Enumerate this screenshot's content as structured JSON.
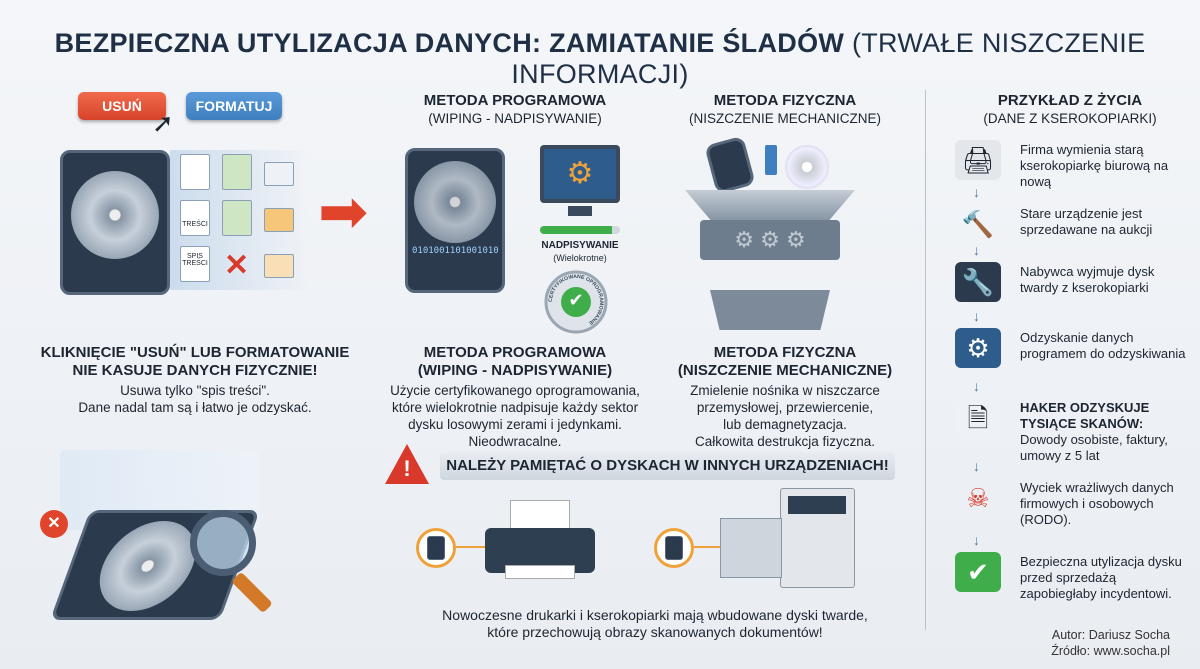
{
  "title": {
    "main": "BEZPIECZNA UTYLIZACJA DANYCH: ZAMIATANIE ŚLADÓW",
    "sub": "(TRWAŁE NISZCZENIE INFORMACJI)"
  },
  "left": {
    "delete_button": "USUŃ",
    "format_button": "FORMATUJ",
    "doc_labels": [
      "TREŚCI",
      "SPIS TREŚCI"
    ],
    "heading": [
      "KLIKNIĘCIE \"USUŃ\" LUB FORMATOWANIE",
      "NIE KASUJE DANYCH FIZYCZNIE!"
    ],
    "text": [
      "Usuwa tylko \"spis treści\".",
      "Dane nadal tam są i łatwo je odzyskać."
    ]
  },
  "software": {
    "top_title": "METODA PROGRAMOWA",
    "top_sub": "(WIPING - NADPISYWANIE)",
    "progress_label": "NADPISYWANIE",
    "progress_sub": "(Wielokrotne)",
    "progress_fill": 0.9,
    "badge": "CERTYFIKOWANE OPROGRAMOWANIE",
    "binary": "0101001101001010",
    "heading": [
      "METODA PROGRAMOWA",
      "(WIPING - NADPISYWANIE)"
    ],
    "text": [
      "Użycie certyfikowanego oprogramowania,",
      "które wielokrotnie nadpisuje każdy sektor",
      "dysku losowymi zerami i jedynkami.",
      "Nieodwracalne."
    ]
  },
  "physical": {
    "top_title": "METODA FIZYCZNA",
    "top_sub": "(NISZCZENIE MECHANICZNE)",
    "heading": [
      "METODA FIZYCZNA",
      "(NISZCZENIE MECHANICZNE)"
    ],
    "text": [
      "Zmielenie nośnika w niszczarce",
      "przemysłowej, przewiercenie,",
      "lub demagnetyzacja.",
      "Całkowita destrukcja fizyczna."
    ]
  },
  "warning": {
    "banner": "NALEŻY PAMIĘTAĆ O DYSKACH W INNYCH URZĄDZENIACH!",
    "text": [
      "Nowoczesne drukarki i kserokopiarki mają wbudowane dyski twarde,",
      "które przechowują obrazy skanowanych dokumentów!"
    ]
  },
  "example": {
    "title": "PRZYKŁAD Z ŻYCIA",
    "subtitle": "(DANE Z KSEROKOPIARKI)",
    "steps": [
      {
        "icon": "copier-icon",
        "text": "Firma wymienia starą kserokopiarkę biurową na nową"
      },
      {
        "icon": "gavel-icon",
        "text": "Stare urządzenie jest sprzedawane na aukcji"
      },
      {
        "icon": "disk-wrench-icon",
        "text": "Nabywca wyjmuje dysk twardy z kserokopiarki"
      },
      {
        "icon": "monitor-gear-icon",
        "text": "Odzyskanie danych programem do odzyskiwania"
      },
      {
        "icon": "documents-disk-icon",
        "bold": "HAKER ODZYSKUJE TYSIĄCE SKANÓW:",
        "text": "Dowody osobiste, faktury, umowy z 5 lat"
      },
      {
        "icon": "skull-icon",
        "text": "Wyciek wrażliwych danych firmowych i osobowych (RODO)."
      },
      {
        "icon": "shield-check-icon",
        "text": "Bezpieczna utylizacja dysku przed sprzedażą zapobiegłaby incydentowi."
      }
    ]
  },
  "footer": {
    "author": "Autor: Dariusz Socha",
    "source": "Źródło: www.socha.pl"
  },
  "colors": {
    "accent_red": "#e0452b",
    "accent_blue": "#3f7fc0",
    "accent_orange": "#f0a23a",
    "navy": "#1f2f45"
  }
}
